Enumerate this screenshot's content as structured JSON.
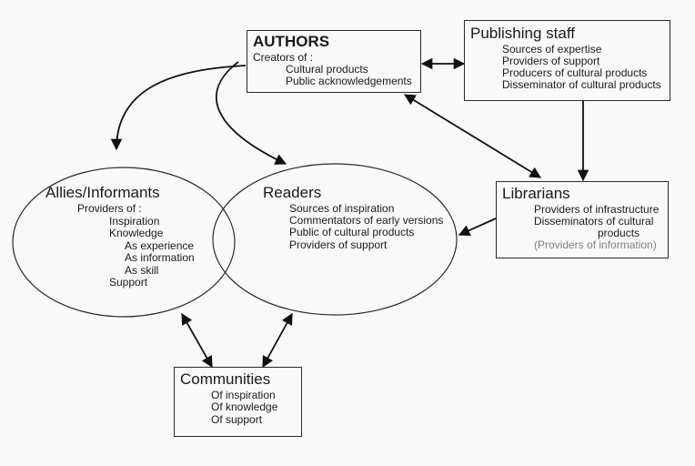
{
  "authors": {
    "title": "AUTHORS",
    "lines": [
      "Creators of :",
      "Cultural products",
      "Public acknowledgements"
    ]
  },
  "publishing_staff": {
    "title": "Publishing staff",
    "lines": [
      "Sources of expertise",
      "Providers of support",
      "Producers of cultural products",
      "Disseminator of cultural products"
    ]
  },
  "librarians": {
    "title": "Librarians",
    "lines": [
      "Providers of infrastructure",
      "Disseminators of cultural",
      "products",
      "(Providers of information)"
    ]
  },
  "allies": {
    "title": "Allies/Informants",
    "lines": [
      "Providers of :",
      "Inspiration",
      "Knowledge",
      "As experience",
      "As information",
      "As skill",
      "Support"
    ]
  },
  "readers": {
    "title": "Readers",
    "lines": [
      "Sources of inspiration",
      "Commentators of early versions",
      "Public of cultural products",
      "Providers of support"
    ]
  },
  "communities": {
    "title": "Communities",
    "lines": [
      "Of inspiration",
      "Of knowledge",
      "Of support"
    ]
  },
  "colors": {
    "stroke": "#111111",
    "muted_text": "#808080",
    "background": "#f9f9f9"
  }
}
